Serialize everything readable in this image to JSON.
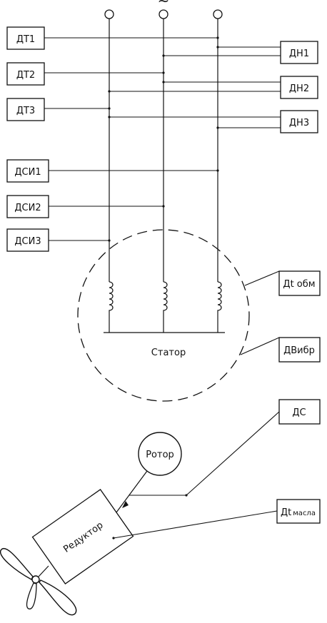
{
  "ac_symbol": "~",
  "sensors": {
    "dt1": "ДТ1",
    "dt2": "ДТ2",
    "dt3": "ДТ3",
    "dn1": "ДН1",
    "dn2": "ДН2",
    "dn3": "ДН3",
    "dsi1": "ДСИ1",
    "dsi2": "ДСИ2",
    "dsi3": "ДСИ3",
    "dt_obm": "Дt обм",
    "dvibr": "ДВибр",
    "ds": "ДС",
    "dt_masla_main": "Дt",
    "dt_masla_sub": "масла"
  },
  "stator_label": "Статор",
  "rotor_label": "Ротор",
  "reducer_label": "Редуктор"
}
